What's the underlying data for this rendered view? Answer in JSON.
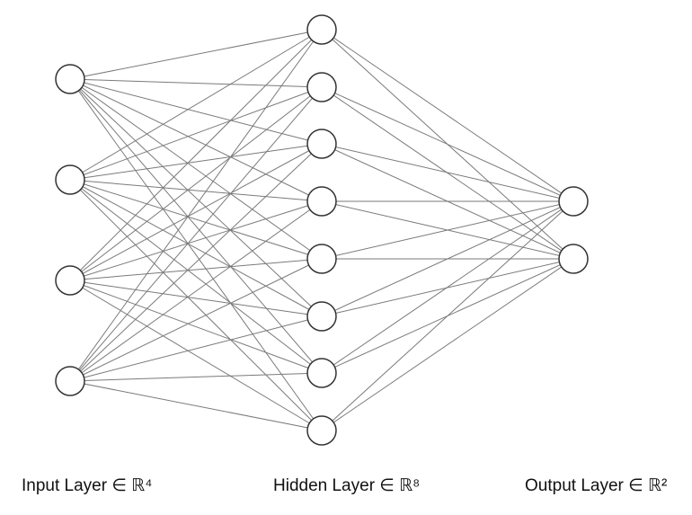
{
  "layers": [
    {
      "label": "Input Layer ∈ ℝ⁴",
      "size": 4
    },
    {
      "label": "Hidden Layer ∈ ℝ⁸",
      "size": 8
    },
    {
      "label": "Output Layer ∈ ℝ²",
      "size": 2
    }
  ],
  "colors": {
    "edge": "#7a7a7a",
    "node_stroke": "#333333",
    "node_fill": "#ffffff"
  }
}
